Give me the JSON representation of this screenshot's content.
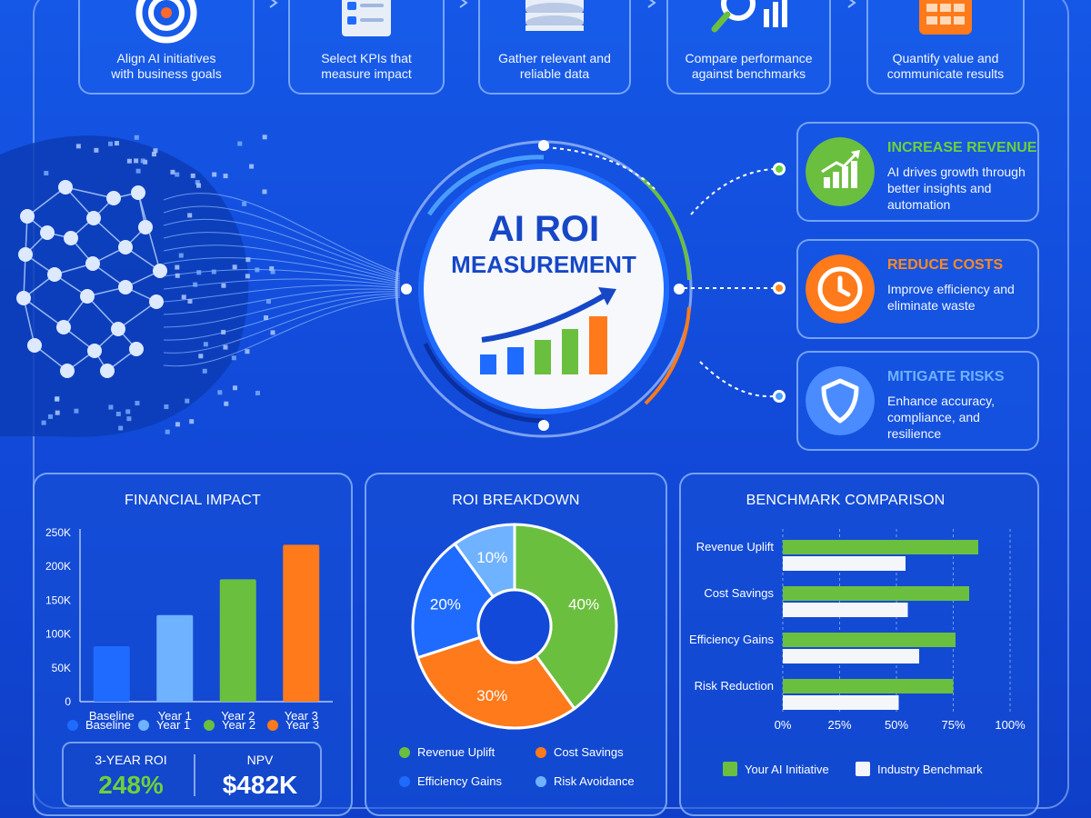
{
  "steps": [
    {
      "line1": "Align AI initiatives",
      "line2": "with business goals",
      "icon": "target-icon"
    },
    {
      "line1": "Select KPIs that",
      "line2": "measure impact",
      "icon": "checklist-icon"
    },
    {
      "line1": "Gather relevant and",
      "line2": "reliable data",
      "icon": "database-icon"
    },
    {
      "line1": "Compare performance",
      "line2": "against benchmarks",
      "icon": "magnifier-chart-icon"
    },
    {
      "line1": "Quantify value and",
      "line2": "communicate results",
      "icon": "calculator-icon"
    }
  ],
  "hero": {
    "title_line1": "AI ROI",
    "title_line2": "MEASUREMENT"
  },
  "benefits": [
    {
      "title": "INCREASE REVENUE",
      "desc": [
        "AI drives growth through",
        "better insights and",
        "automation"
      ],
      "color": "#6dd13a",
      "icon": "growth-chart-icon"
    },
    {
      "title": "REDUCE COSTS",
      "desc": [
        "Improve efficiency and",
        "eliminate waste"
      ],
      "color": "#ff8a1f",
      "icon": "clock-icon"
    },
    {
      "title": "MITIGATE RISKS",
      "desc": [
        "Enhance accuracy,",
        "compliance, and",
        "resilience"
      ],
      "color": "#6fb2ff",
      "icon": "shield-icon"
    }
  ],
  "panels": {
    "financial": {
      "title": "FINANCIAL IMPACT"
    },
    "roi": {
      "title": "ROI BREAKDOWN"
    },
    "benchmark": {
      "title": "BENCHMARK COMPARISON"
    }
  },
  "kpis": {
    "roi_label": "3-YEAR ROI",
    "roi_value": "248%",
    "npv_label": "NPV",
    "npv_value": "$482K"
  },
  "colors": {
    "blue": "#1f6bff",
    "light_blue": "#6fb2ff",
    "green": "#6bbf3f",
    "orange": "#ff7a1a",
    "white": "#f4f6fa"
  },
  "chart_data": [
    {
      "type": "bar",
      "title": "FINANCIAL IMPACT",
      "categories": [
        "Baseline",
        "Year 1",
        "Year 2",
        "Year 3"
      ],
      "values": [
        82,
        128,
        181,
        232
      ],
      "yticks": [
        "0",
        "50K",
        "100K",
        "150K",
        "200K",
        "250K"
      ],
      "ylim": [
        0,
        250
      ],
      "legend": [
        "Baseline",
        "Year 1",
        "Year 2",
        "Year 3"
      ],
      "colors": [
        "#1f6bff",
        "#6fb2ff",
        "#6bbf3f",
        "#ff7a1a"
      ]
    },
    {
      "type": "pie",
      "title": "ROI BREAKDOWN",
      "slices": [
        {
          "label": "Revenue Uplift",
          "value": 40,
          "text": "40%",
          "color": "#6bbf3f"
        },
        {
          "label": "Cost Savings",
          "value": 30,
          "text": "30%",
          "color": "#ff7a1a"
        },
        {
          "label": "Efficiency Gains",
          "value": 20,
          "text": "20%",
          "color": "#1f6bff"
        },
        {
          "label": "Risk Avoidance",
          "value": 10,
          "text": "10%",
          "color": "#6fb2ff"
        }
      ]
    },
    {
      "type": "bar",
      "orientation": "horizontal",
      "title": "BENCHMARK COMPARISON",
      "categories": [
        "Revenue Uplift",
        "Cost Savings",
        "Efficiency Gains",
        "Risk Reduction"
      ],
      "series": [
        {
          "name": "Your AI Initiative",
          "values": [
            86,
            82,
            76,
            75
          ],
          "color": "#6bbf3f"
        },
        {
          "name": "Industry Benchmark",
          "values": [
            54,
            55,
            60,
            51
          ],
          "color": "#f4f6fa"
        }
      ],
      "xticks": [
        "0%",
        "25%",
        "50%",
        "75%",
        "100%"
      ],
      "xlim": [
        0,
        100
      ],
      "grid": true
    }
  ]
}
